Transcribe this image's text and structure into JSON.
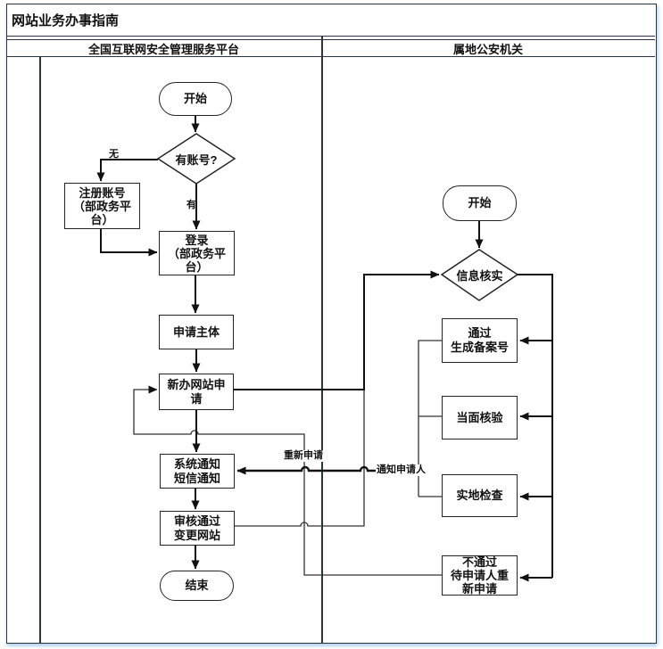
{
  "title": "网站业务办事指南",
  "lanes": {
    "left": "全国互联网安全管理服务平台",
    "right": "属地公安机关"
  },
  "nodes": {
    "start_left": "开始",
    "has_account": "有账号?",
    "register": "注册账号\n（部政务平\n台）",
    "login": "登录\n（部政务平\n台）",
    "apply_subject": "申请主体",
    "new_site_apply": "新办网站申\n请",
    "system_notice": "系统通知\n短信通知",
    "review_change": "审核通过\n变更网站",
    "end_left": "结束",
    "start_right": "开始",
    "info_verify": "信息核实",
    "pass_record": "通过\n生成备案号",
    "face_check": "当面核验",
    "site_check": "实地检查",
    "not_pass": "不通过\n待申请人重\n新申请"
  },
  "edge_labels": {
    "no": "无",
    "yes": "有",
    "reapply": "重新申请",
    "notify": "通知申请人"
  },
  "colors": {
    "flow_line": "#111111",
    "thin_line": "#333333",
    "table_border": "#2b3442",
    "node_fill": "#ffffff",
    "shadow": "#bcd2e8"
  }
}
